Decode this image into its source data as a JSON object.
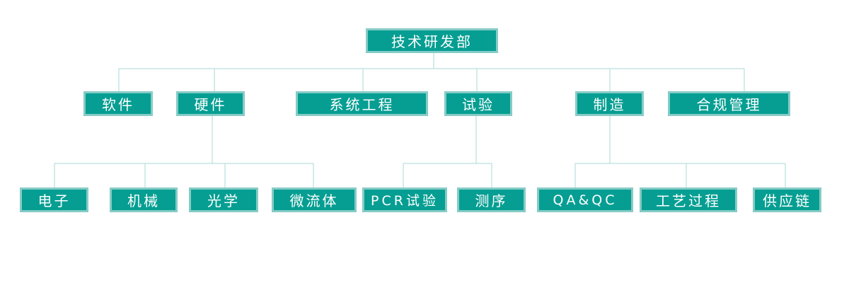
{
  "org_chart": {
    "root": {
      "label": "技术研发部"
    },
    "departments": [
      {
        "label": "软件",
        "children": []
      },
      {
        "label": "硬件",
        "children": [
          "电子",
          "机械",
          "光学",
          "微流体"
        ]
      },
      {
        "label": "系统工程",
        "children": []
      },
      {
        "label": "试验",
        "children": [
          "PCR试验",
          "测序"
        ]
      },
      {
        "label": "制造",
        "children": [
          "QA&QC",
          "工艺过程",
          "供应链"
        ]
      },
      {
        "label": "合规管理",
        "children": []
      }
    ]
  },
  "colors": {
    "node_fill": "#069e92",
    "node_border": "#86cbc6",
    "connector": "#a9d9d6",
    "text": "#ffffff"
  }
}
